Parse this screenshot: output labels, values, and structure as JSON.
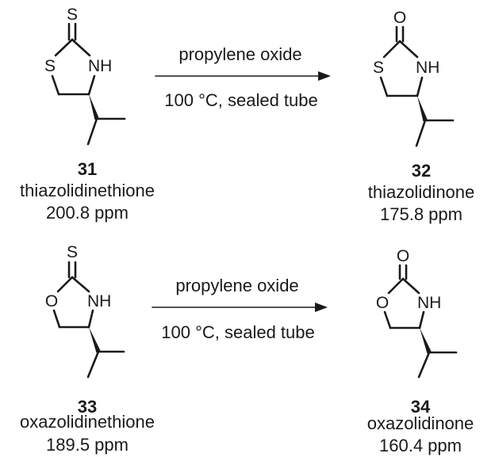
{
  "reactions": [
    {
      "reagent": "propylene oxide",
      "conditions": "100 °C, sealed tube",
      "reactant": {
        "atoms": {
          "exo": "S",
          "ring": "S",
          "nh": "NH"
        },
        "number": "31",
        "name": "thiazolidinethione",
        "shift": "200.8 ppm"
      },
      "product": {
        "atoms": {
          "exo": "O",
          "ring": "S",
          "nh": "NH"
        },
        "number": "32",
        "name": "thiazolidinone",
        "shift": "175.8 ppm"
      }
    },
    {
      "reagent": "propylene oxide",
      "conditions": "100 °C, sealed tube",
      "reactant": {
        "atoms": {
          "exo": "S",
          "ring": "O",
          "nh": "NH"
        },
        "number": "33",
        "name": "oxazolidinethione",
        "shift": "189.5 ppm"
      },
      "product": {
        "atoms": {
          "exo": "O",
          "ring": "O",
          "nh": "NH"
        },
        "number": "34",
        "name": "oxazolidinone",
        "shift": "160.4 ppm"
      }
    }
  ]
}
